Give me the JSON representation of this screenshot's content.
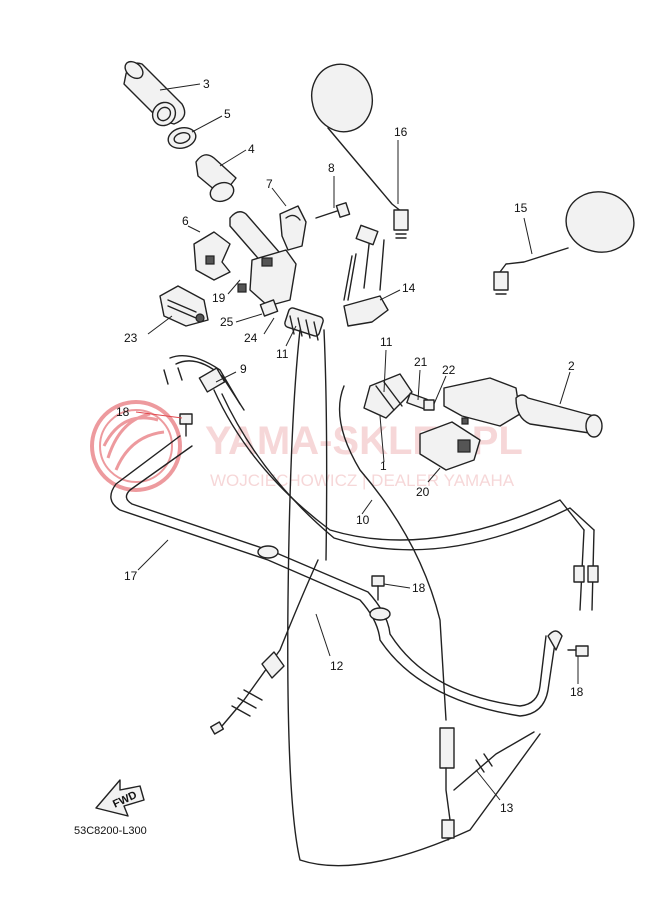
{
  "watermark": {
    "brand": "YAMA-SKLEP.PL",
    "dealer": "WOJCIECHOWICZ | DEALER YAMAHA",
    "color": "#e0494f"
  },
  "diagram_code": "53C8200-L300",
  "fwd_label": "FWD",
  "callouts": [
    {
      "id": "c1",
      "label": "1"
    },
    {
      "id": "c2",
      "label": "2"
    },
    {
      "id": "c3",
      "label": "3"
    },
    {
      "id": "c4",
      "label": "4"
    },
    {
      "id": "c5",
      "label": "5"
    },
    {
      "id": "c6",
      "label": "6"
    },
    {
      "id": "c7",
      "label": "7"
    },
    {
      "id": "c8",
      "label": "8"
    },
    {
      "id": "c9",
      "label": "9"
    },
    {
      "id": "c10",
      "label": "10"
    },
    {
      "id": "c11a",
      "label": "11"
    },
    {
      "id": "c11b",
      "label": "11"
    },
    {
      "id": "c12",
      "label": "12"
    },
    {
      "id": "c13",
      "label": "13"
    },
    {
      "id": "c14",
      "label": "14"
    },
    {
      "id": "c15",
      "label": "15"
    },
    {
      "id": "c16",
      "label": "16"
    },
    {
      "id": "c17",
      "label": "17"
    },
    {
      "id": "c18a",
      "label": "18"
    },
    {
      "id": "c18b",
      "label": "18"
    },
    {
      "id": "c18c",
      "label": "18"
    },
    {
      "id": "c19",
      "label": "19"
    },
    {
      "id": "c20",
      "label": "20"
    },
    {
      "id": "c21",
      "label": "21"
    },
    {
      "id": "c22",
      "label": "22"
    },
    {
      "id": "c23",
      "label": "23"
    },
    {
      "id": "c24",
      "label": "24"
    },
    {
      "id": "c25",
      "label": "25"
    }
  ]
}
